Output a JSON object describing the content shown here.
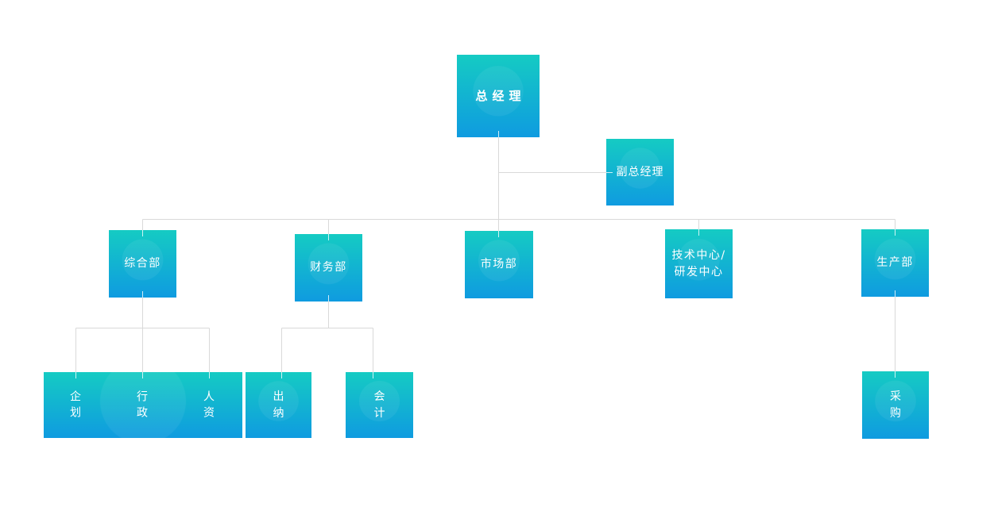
{
  "diagram": {
    "type": "org-chart",
    "colors": {
      "background": "#ffffff",
      "node_gradient_top": "#15cbc3",
      "node_gradient_bottom": "#0f9be0",
      "node_text": "#ffffff",
      "connector": "#d9d9d9"
    },
    "nodes": {
      "general_manager": {
        "label": "总经理"
      },
      "deputy_general_manager": {
        "label": "副总经理"
      },
      "departments": [
        {
          "label": "综合部",
          "children": [
            "企划",
            "行政",
            "人资"
          ]
        },
        {
          "label": "财务部",
          "children": [
            "出纳",
            "会计"
          ]
        },
        {
          "label": "市场部",
          "children": []
        },
        {
          "label": "技术中心/\n研发中心",
          "children": []
        },
        {
          "label": "生产部",
          "children": [
            "采购"
          ]
        }
      ]
    }
  }
}
